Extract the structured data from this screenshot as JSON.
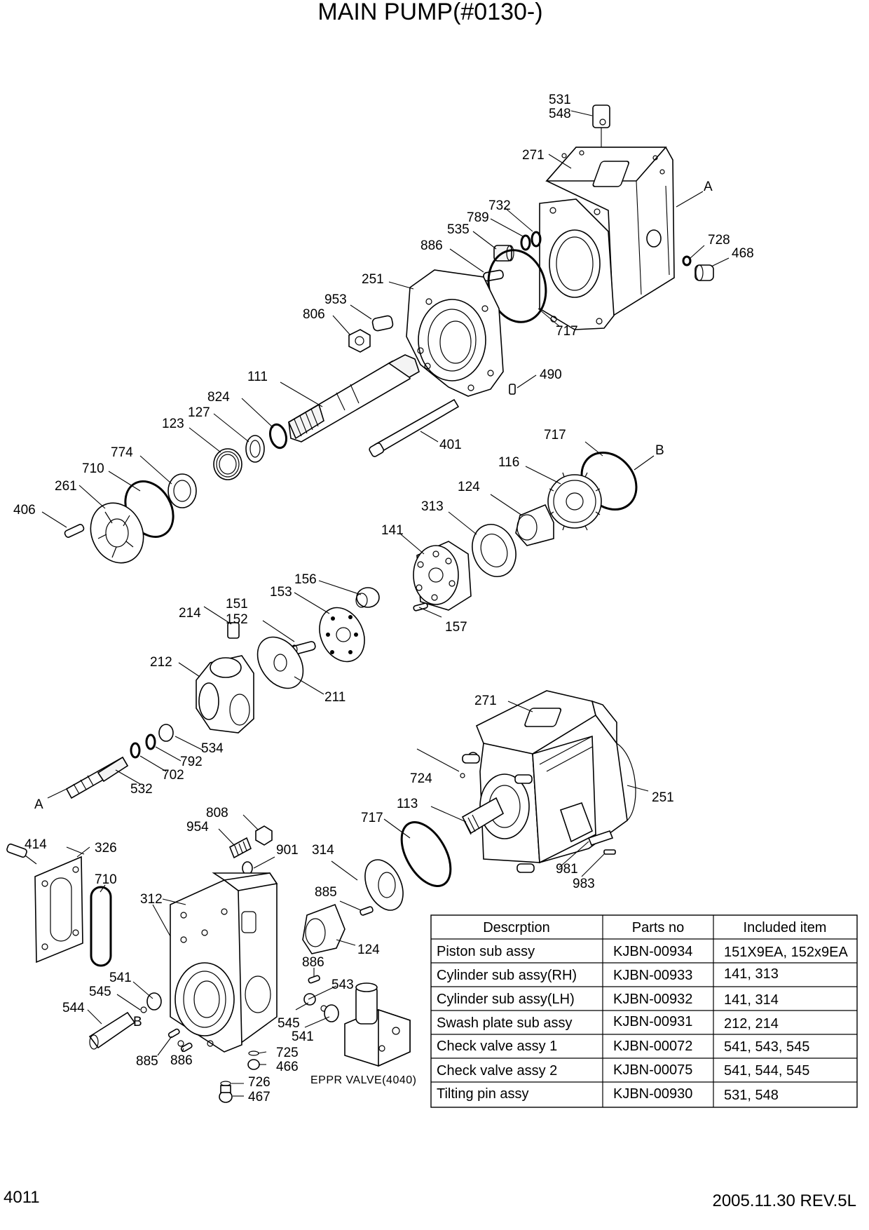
{
  "title": "MAIN PUMP(#0130-)",
  "page_number": "4011",
  "revision": "2005.11.30  REV.5L",
  "eppr_label": "EPPR VALVE(4040)",
  "callouts": {
    "c531": "531",
    "c548": "548",
    "c271a": "271",
    "cA1": "A",
    "c732": "732",
    "c789": "789",
    "c535": "535",
    "c728": "728",
    "c468": "468",
    "c886a": "886",
    "c251a": "251",
    "c953": "953",
    "c806": "806",
    "c717a": "717",
    "c111": "111",
    "c490": "490",
    "c824": "824",
    "c127": "127",
    "c123": "123",
    "c401": "401",
    "c717b": "717",
    "cB1": "B",
    "c774": "774",
    "c116": "116",
    "c710a": "710",
    "c261": "261",
    "c124a": "124",
    "c406": "406",
    "c313": "313",
    "c141": "141",
    "c156": "156",
    "c151": "151",
    "c153": "153",
    "c214": "214",
    "c152": "152",
    "c157": "157",
    "c212": "212",
    "c211": "211",
    "c271b": "271",
    "c534": "534",
    "c792": "792",
    "c702": "702",
    "c724": "724",
    "c251b": "251",
    "c532": "532",
    "cA2": "A",
    "c113": "113",
    "c808": "808",
    "c954": "954",
    "c717c": "717",
    "c414": "414",
    "c326": "326",
    "c901": "901",
    "c314": "314",
    "c981": "981",
    "c983": "983",
    "c710b": "710",
    "c312": "312",
    "c885a": "885",
    "c124b": "124",
    "c886b": "886",
    "c541a": "541",
    "c543": "543",
    "c545a": "545",
    "c544": "544",
    "cB2": "B",
    "c545b": "545",
    "c541b": "541",
    "c725": "725",
    "c885b": "885",
    "c886c": "886",
    "c466": "466",
    "c726": "726",
    "c467": "467"
  },
  "table": {
    "headers": [
      "Descrption",
      "Parts no",
      "Included item"
    ],
    "rows": [
      [
        "Piston sub assy",
        "KJBN-00934",
        "151X9EA, 152x9EA"
      ],
      [
        "Cylinder sub assy(RH)",
        "KJBN-00933",
        "141, 313"
      ],
      [
        "Cylinder sub assy(LH)",
        "KJBN-00932",
        "141, 314"
      ],
      [
        "Swash plate sub assy",
        "KJBN-00931",
        "212, 214"
      ],
      [
        "Check valve assy 1",
        "KJBN-00072",
        "541, 543, 545"
      ],
      [
        "Check valve assy 2",
        "KJBN-00075",
        "541, 544, 545"
      ],
      [
        "Tilting pin assy",
        "KJBN-00930",
        "531, 548"
      ]
    ]
  }
}
